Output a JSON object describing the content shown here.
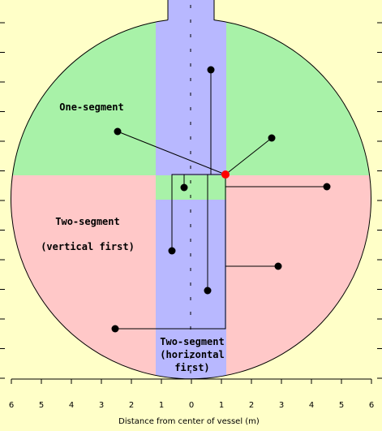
{
  "colors": {
    "background": "#ffffc8",
    "green_region": "#a8f2a8",
    "red_region": "#ffc8c8",
    "blue_channel": "#b8b8ff",
    "highlight_point": "#ff0000",
    "points": "#000000"
  },
  "labels": {
    "one_segment": "One-segment",
    "two_segment_vertical_line1": "Two-segment",
    "two_segment_vertical_line2": "(vertical first)",
    "two_segment_horizontal_line1": "Two-segment",
    "two_segment_horizontal_line2": "(horizontal",
    "two_segment_horizontal_line3": "first)"
  },
  "axis": {
    "title": "Distance from center of vessel (m)",
    "tick_labels": [
      "6",
      "5",
      "4",
      "3",
      "2",
      "1",
      "0",
      "1",
      "2",
      "3",
      "4",
      "5",
      "6"
    ]
  }
}
